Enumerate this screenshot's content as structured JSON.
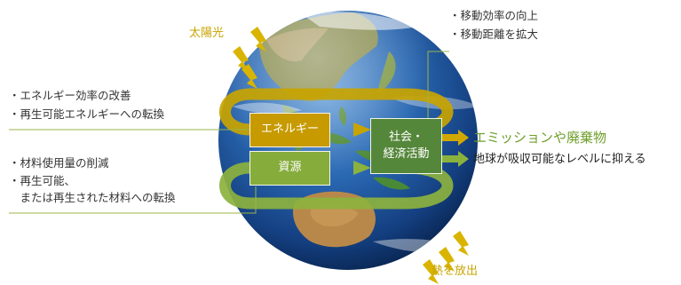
{
  "labels": {
    "sun": "太陽光",
    "heat": "熱を放出",
    "mobility_1": "・移動効率の向上",
    "mobility_2": "・移動距離を拡大",
    "energy_note_1": "・エネルギー効率の改善",
    "energy_note_2": "・再生可能エネルギーへの転換",
    "resource_note_1": "・材料使用量の削減",
    "resource_note_2": "・再生可能、",
    "resource_note_3": "　または再生された材料への転換",
    "emission": "エミッションや廃棄物",
    "absorb": "地球が吸収可能なレベルに抑える"
  },
  "boxes": {
    "energy": "エネルギー",
    "resource": "資源",
    "society_1": "社会・",
    "society_2": "経済活動"
  },
  "colors": {
    "gold": "#c8a400",
    "green": "#86ac3c",
    "dark_green": "#55873a",
    "ocean": "#1f5fa8"
  }
}
